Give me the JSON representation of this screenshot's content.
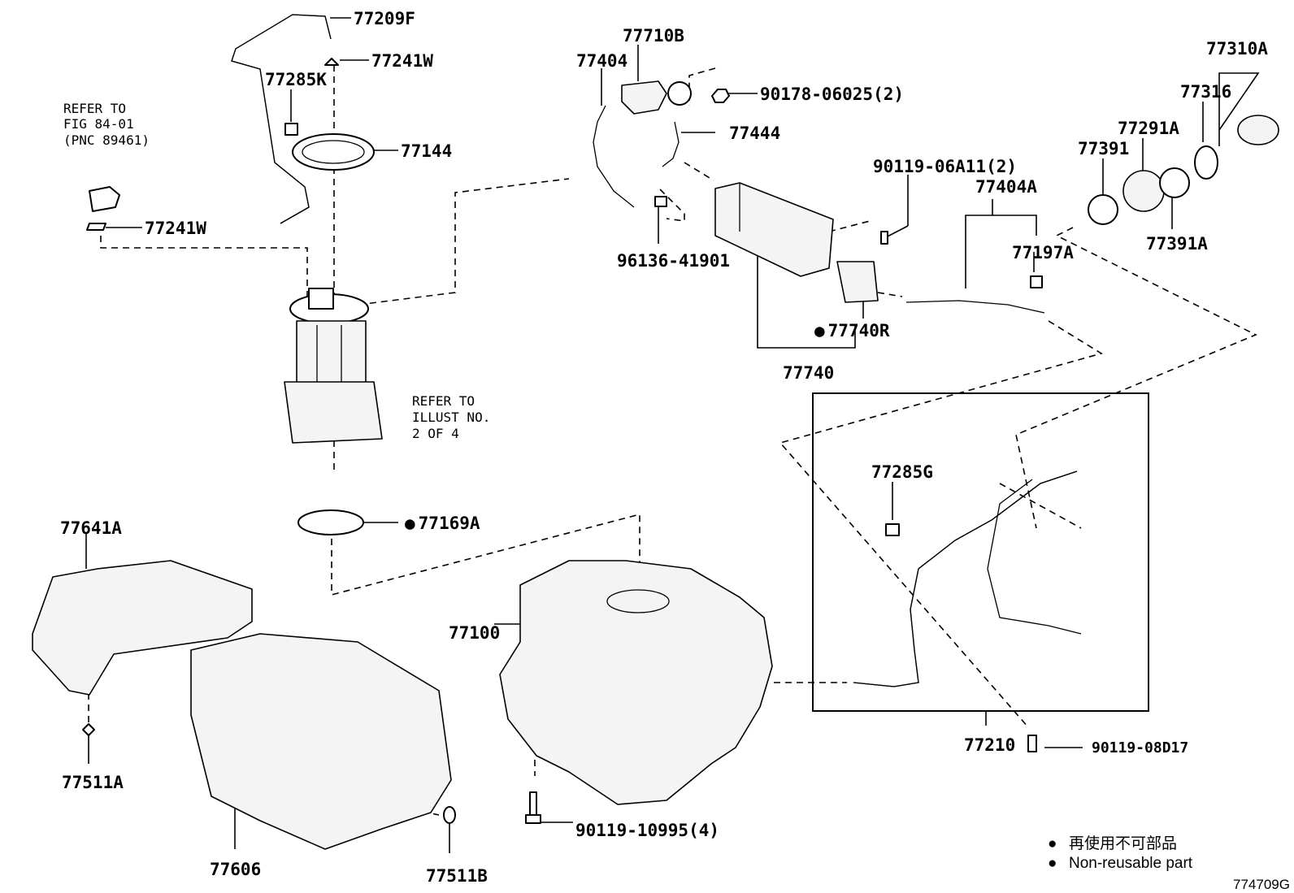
{
  "figure_id": "774709G",
  "legend": {
    "bullet": "●",
    "japanese": "再使用不可部品",
    "english": "Non-reusable part"
  },
  "parts": {
    "p77209F": "77209F",
    "p77241W_top": "77241W",
    "p77285K": "77285K",
    "p77144": "77144",
    "p77241W_left": "77241W",
    "p77169A": "77169A",
    "p77641A": "77641A",
    "p77511A": "77511A",
    "p77606": "77606",
    "p77511B": "77511B",
    "p77100": "77100",
    "p90119_10995": "90119-10995(4)",
    "p77710B": "77710B",
    "p77404": "77404",
    "p90178_06025": "90178-06025(2)",
    "p77444": "77444",
    "p96136_41901": "96136-41901",
    "p90119_06A11": "90119-06A11(2)",
    "p77740R": "77740R",
    "p77740": "77740",
    "p77404A": "77404A",
    "p77197A": "77197A",
    "p77310A": "77310A",
    "p77316": "77316",
    "p77291A": "77291A",
    "p77391": "77391",
    "p77391A": "77391A",
    "p77285G": "77285G",
    "p77210": "77210",
    "p90119_08D17": "90119-08D17"
  },
  "notes": {
    "refer_fig": [
      "REFER TO",
      "FIG 84-01",
      "(PNC 89461)"
    ],
    "refer_illust": [
      "REFER TO",
      "ILLUST NO.",
      "2 OF 4"
    ]
  }
}
